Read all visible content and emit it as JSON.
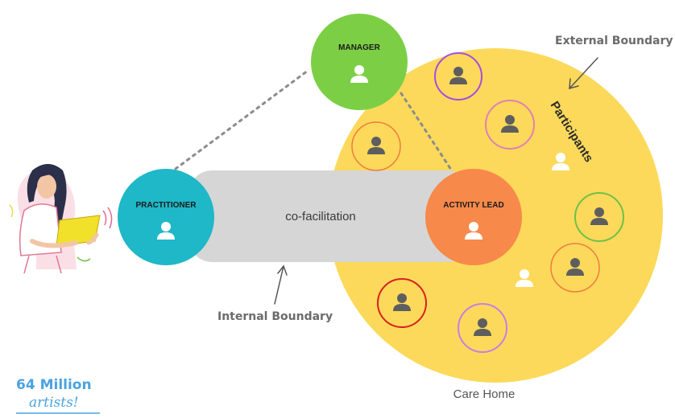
{
  "nodes": {
    "manager": "MANAGER",
    "practitioner": "PRACTITIONER",
    "activity_lead": "ACTIVITY LEAD"
  },
  "connector_label": "co-facilitation",
  "annotations": {
    "external_boundary": "External Boundary",
    "internal_boundary": "Internal Boundary",
    "participants": "Participants",
    "care_home": "Care Home"
  },
  "logo": {
    "line1": "64 Million",
    "line2": "artists!"
  },
  "colors": {
    "care_home_fill": "#fcd95a",
    "manager": "#7ccf45",
    "practitioner": "#1eb8c8",
    "activity_lead": "#f7894a",
    "connector": "#d6d6d6",
    "participant_icon": "#5e5e5e",
    "logo": "#4aa3e0"
  },
  "participant_ring_colors": [
    "#a44fe0",
    "#e27fb6",
    "#f07b43",
    "#6fc04a",
    "#f07b43",
    "#d92020",
    "#c77ee6"
  ]
}
